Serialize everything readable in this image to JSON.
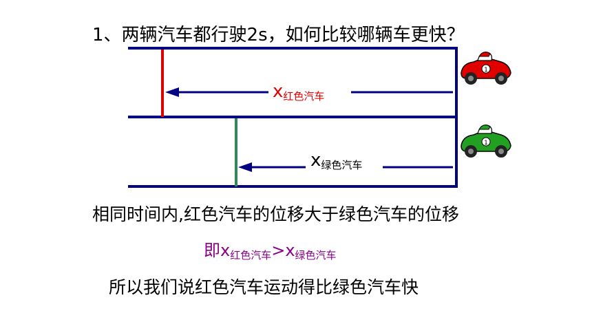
{
  "question": "1、两辆汽车都行驶2s，如何比较哪辆车更快？",
  "labels": {
    "red": {
      "symbol": "x",
      "subscript": "红色汽车"
    },
    "green": {
      "symbol": "x",
      "subscript": "绿色汽车"
    }
  },
  "statements": {
    "line1": "相同时间内,红色汽车的位移大于绿色汽车的位移",
    "line2": {
      "prefix": "即",
      "x1": "x",
      "sub1": "红色汽车",
      "op": ">",
      "x2": "x",
      "sub2": "绿色汽车"
    },
    "line3": "所以我们说红色汽车运动得比绿色汽车快"
  },
  "car_badges": {
    "red_car": "1",
    "green_car": "1"
  },
  "colors": {
    "track": "#000080",
    "red_marker": "#e00000",
    "green_marker": "#2e8b57",
    "red_car": "#e00000",
    "green_car": "#22a022",
    "statement_highlight": "#8b008b"
  },
  "icons": [
    "red-race-car-icon",
    "green-race-car-icon"
  ]
}
